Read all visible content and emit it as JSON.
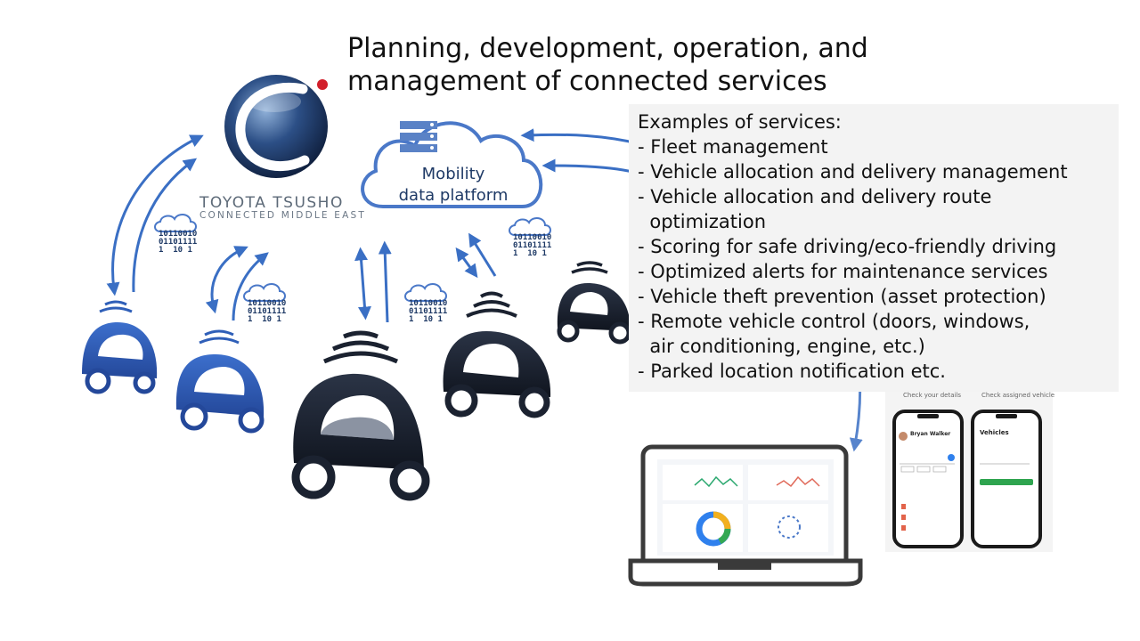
{
  "title": {
    "line1": "Planning, development, operation, and",
    "line2": "management of connected services"
  },
  "logo": {
    "name": "TOYOTA TSUSHO",
    "subtitle": "CONNECTED MIDDLE EAST",
    "icon": "toyota-tsusho-logo-icon"
  },
  "platform": {
    "line1": "Mobility",
    "line2": "data platform",
    "icon": "cloud-server-icon"
  },
  "services": {
    "heading": "Examples of services:",
    "items": [
      "- Fleet management",
      "- Vehicle allocation and delivery management",
      "- Vehicle allocation and delivery route",
      "  optimization",
      "- Scoring for safe driving/eco-friendly driving",
      "- Optimized alerts for maintenance services",
      "- Vehicle theft prevention (asset protection)",
      "- Remote vehicle control (doors, windows,",
      "  air conditioning, engine, etc.)",
      "- Parked location notification etc."
    ]
  },
  "data_cloud": {
    "row1": "10110010",
    "row2": "01101111",
    "row3": "1  10 1"
  },
  "phones": {
    "left_header": "Check your details",
    "right_header": "Check assigned vehicle",
    "left_name": "Bryan Walker",
    "right_title": "Vehicles"
  },
  "colors": {
    "arrow": "#3a6fc4",
    "car_blue": "#2f5fb8",
    "car_dark": "#1b2230",
    "cloud": "#4a78c8"
  }
}
